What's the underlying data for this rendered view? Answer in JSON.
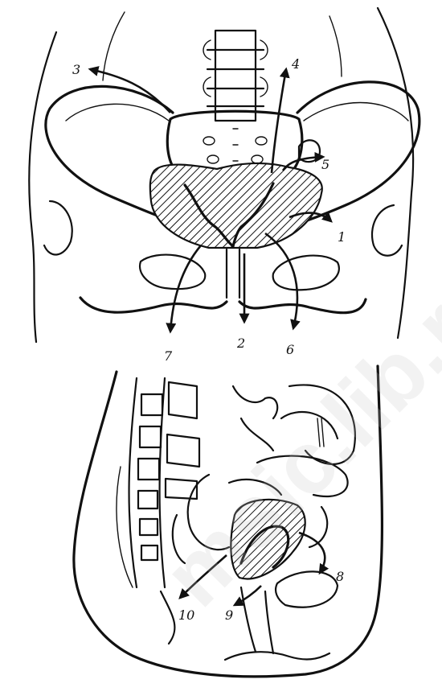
{
  "labels": {
    "l1": "1",
    "l2": "2",
    "l3": "3",
    "l4": "4",
    "l5": "5",
    "l6": "6",
    "l7": "7",
    "l8": "8",
    "l9": "9",
    "l10": "10"
  },
  "watermark": "msic.lib.ru",
  "colors": {
    "ink": "#111111",
    "paper": "#ffffff",
    "watermark": "#c7c7c7"
  }
}
